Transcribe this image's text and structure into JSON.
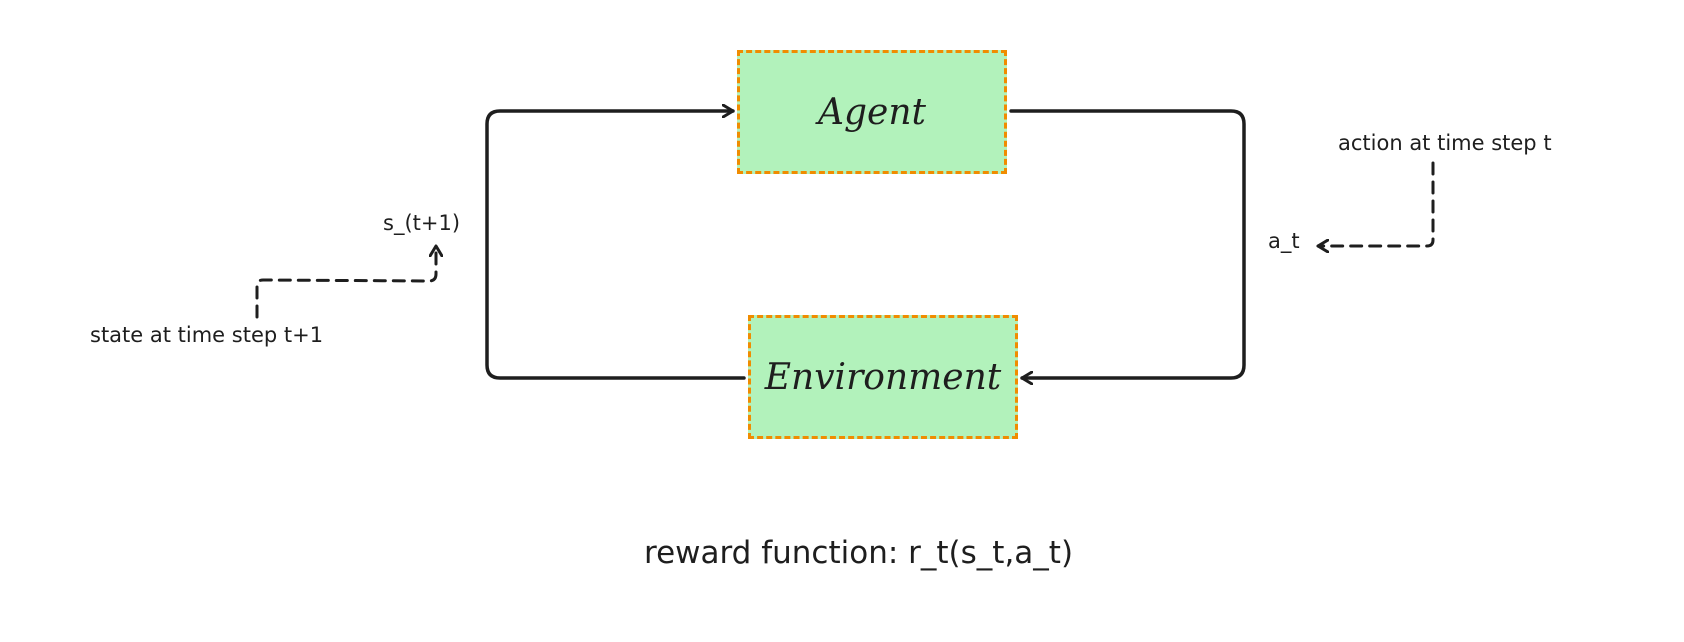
{
  "diagram": {
    "nodes": {
      "agent": {
        "label": "Agent"
      },
      "environment": {
        "label": "Environment"
      }
    },
    "labels": {
      "state_note": "state at time step t+1",
      "next_state": "s_(t+1)",
      "action_note": "action at time step t",
      "action": "a_t",
      "reward": "reward function: r_t(s_t,a_t)"
    },
    "edges": [
      {
        "from": "environment",
        "to": "agent",
        "label": "s_(t+1)"
      },
      {
        "from": "agent",
        "to": "environment",
        "label": "a_t"
      }
    ],
    "colors": {
      "node_fill": "#b2f2bb",
      "node_border": "#f08c00",
      "stroke": "#1e1e1e",
      "background": "#ffffff"
    }
  }
}
